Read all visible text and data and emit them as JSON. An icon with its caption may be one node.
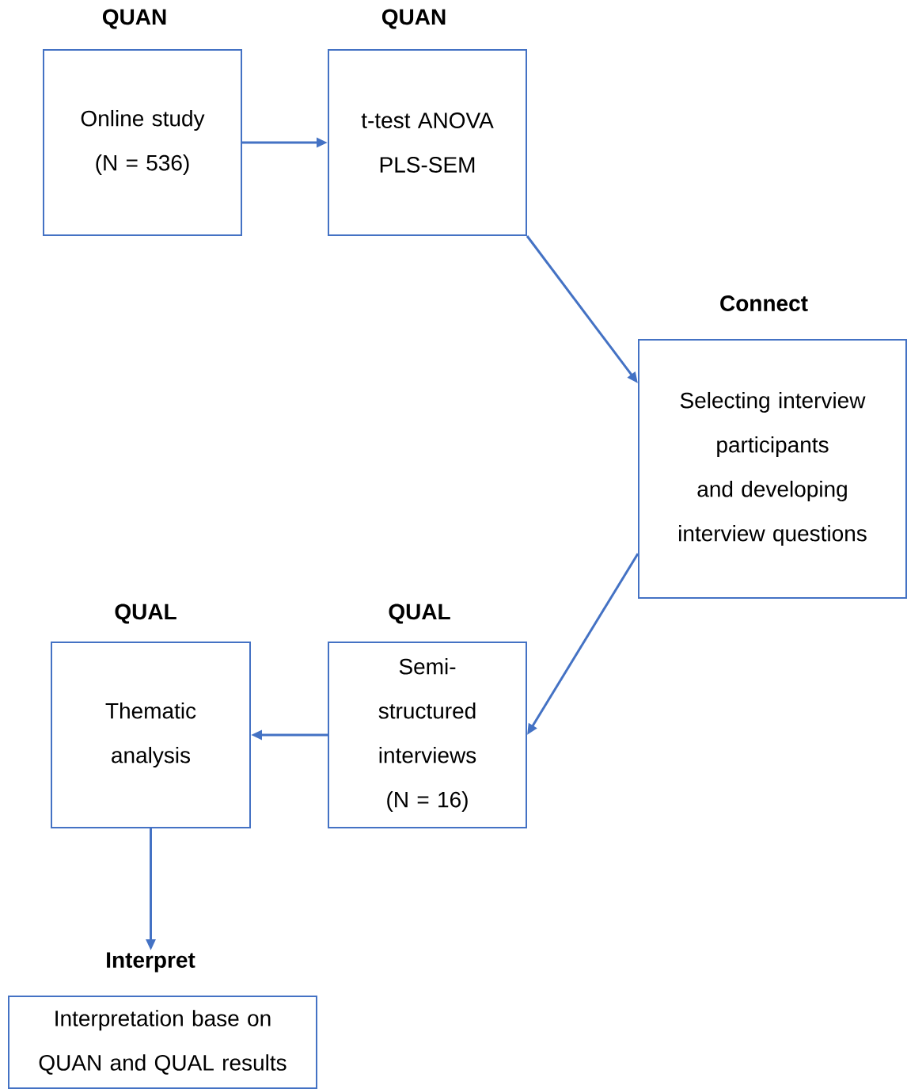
{
  "diagram": {
    "nodes": [
      {
        "text": [
          "QUAN",
          "Online study (N = 536)"
        ]
      },
      {
        "text": [
          "QUAN",
          "t-test ANOVA PLS-SEM"
        ]
      },
      {
        "text": [
          "Connect",
          "Selecting interview participants and developing interview questions"
        ]
      },
      {
        "text": [
          "QUAL",
          "Thematic analysis"
        ]
      },
      {
        "text": [
          "QUAL",
          "Semi-structured interviews (N = 16)"
        ]
      },
      {
        "text": [
          "Interpret",
          "Interpretation base on QUAN and QUAL results"
        ]
      }
    ],
    "edges": [
      {
        "from": 0,
        "to": 1,
        "arrow": "to"
      },
      {
        "from": 1,
        "to": 2,
        "arrow": "to"
      },
      {
        "from": 2,
        "to": 4,
        "arrow": "to"
      },
      {
        "from": 4,
        "to": 3,
        "arrow": "to"
      },
      {
        "from": 3,
        "to": 5,
        "arrow": "to"
      }
    ]
  }
}
